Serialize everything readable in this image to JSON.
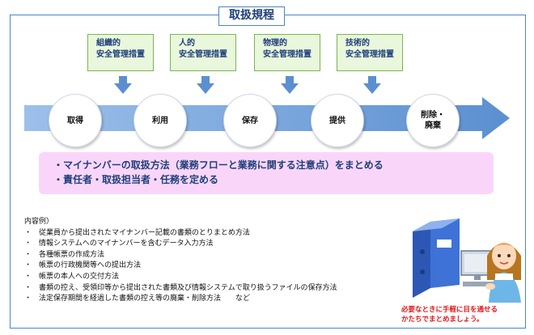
{
  "title": "取扱規程",
  "measures": [
    {
      "line1": "組織的",
      "line2": "安全管理措置"
    },
    {
      "line1": "人的",
      "line2": "安全管理措置"
    },
    {
      "line1": "物理的",
      "line2": "安全管理措置"
    },
    {
      "line1": "技術的",
      "line2": "安全管理措置"
    }
  ],
  "stages": [
    {
      "label": "取得"
    },
    {
      "label": "利用"
    },
    {
      "label": "保存"
    },
    {
      "label": "提供"
    },
    {
      "label_line1": "削除・",
      "label_line2": "廃棄"
    }
  ],
  "summary": {
    "line1": "・マイナンバーの取扱方法（業務フローと業務に関する注意点）をまとめる",
    "line2": "・責任者・取扱担当者・任務を定める"
  },
  "examples": {
    "heading": "内容例）",
    "items": [
      "従業員から提出されたマイナンバー記載の書類のとりまとめ方法",
      "情報システムへのマイナンバーを含むデータ入力方法",
      "各種帳票の作成方法",
      "帳票の行政機関等への提出方法",
      "帳票の本人への交付方法",
      "書類の控え、受領印等から提出された書類及び情報システムで取り扱うファイルの保存方法",
      "法定保存期間を経過した書類の控え等の廃棄・削除方法　　など"
    ]
  },
  "note": {
    "line1": "必要なときに手軽に目を通せる",
    "line2": "かたちでまとめましょう。"
  },
  "colors": {
    "frame": "#4a86c7",
    "measure_fill": "#e9f7dc",
    "measure_border": "#78b94a",
    "arrow": "#5b8fd0",
    "summary_fill": "#f9d6f9",
    "note_text": "#e0191b"
  },
  "icons": [
    "down-arrow-icon",
    "flow-arrow",
    "binder-icon",
    "person-at-computer-icon"
  ]
}
